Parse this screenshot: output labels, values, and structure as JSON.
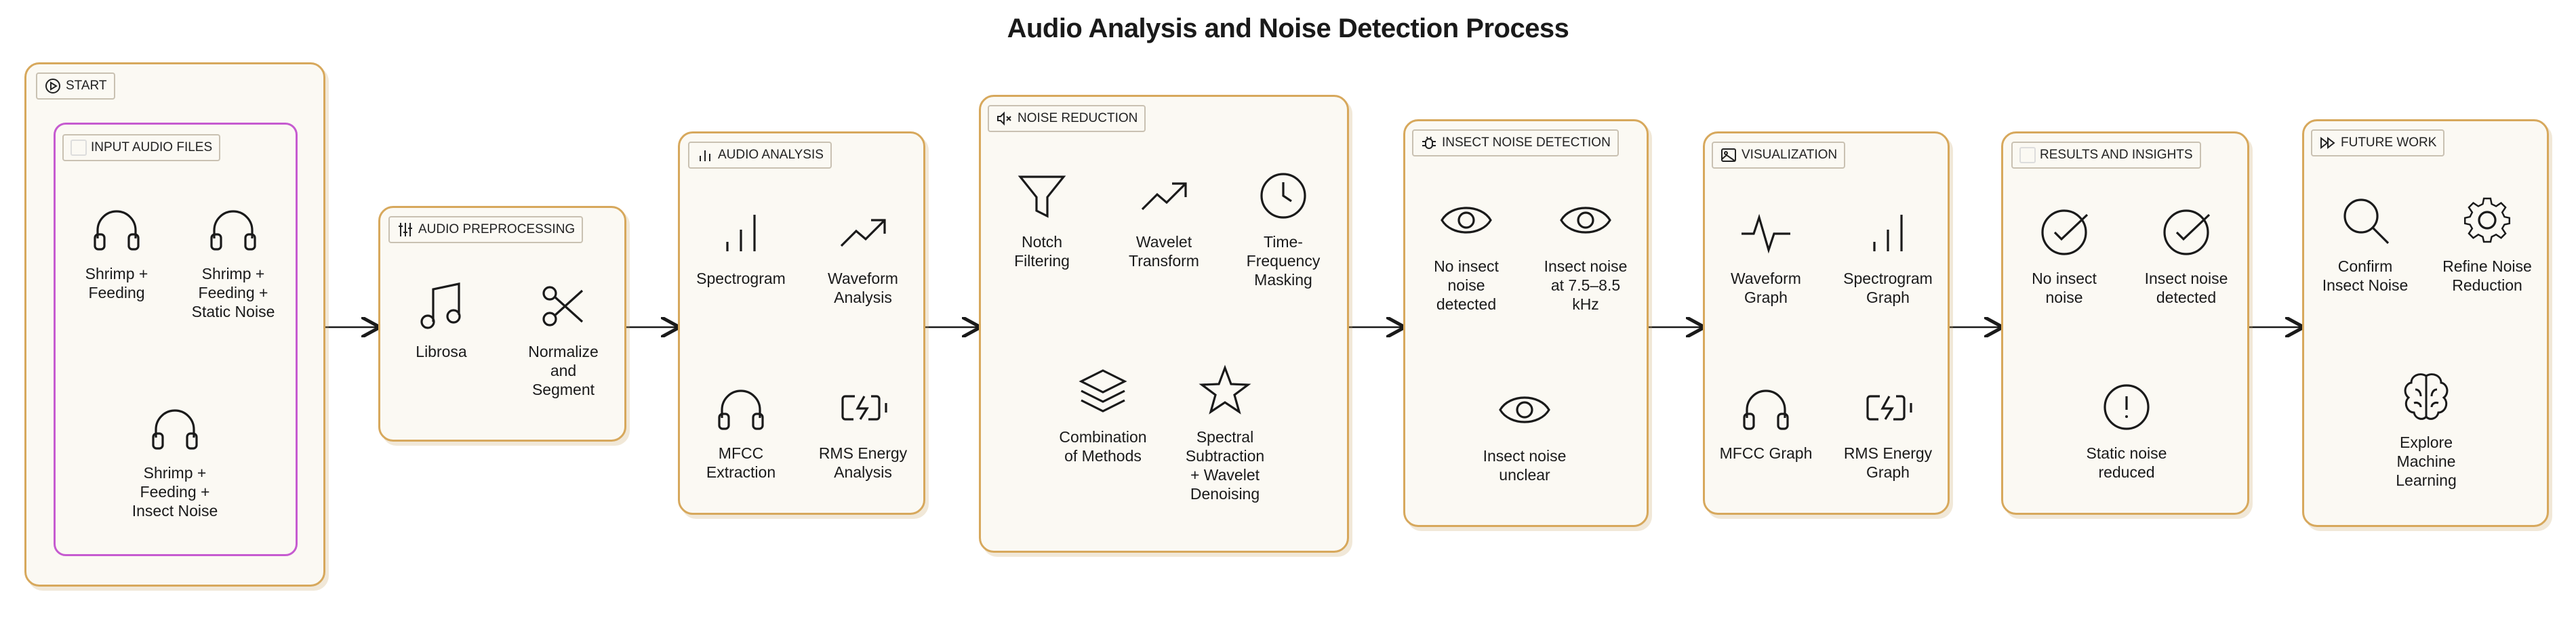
{
  "title": "Audio Analysis and Noise Detection Process",
  "start": {
    "label": "START",
    "icon": "play-circle-icon"
  },
  "input": {
    "label": "INPUT AUDIO FILES",
    "items": [
      "Shrimp +\nFeeding",
      "Shrimp +\nFeeding +\nStatic Noise",
      "Shrimp +\nFeeding +\nInsect Noise"
    ]
  },
  "preprocessing": {
    "label": "AUDIO PREPROCESSING",
    "items": [
      "Librosa",
      "Normalize\nand\nSegment"
    ]
  },
  "analysis": {
    "label": "AUDIO ANALYSIS",
    "items": [
      "Spectrogram",
      "Waveform\nAnalysis",
      "MFCC\nExtraction",
      "RMS Energy\nAnalysis"
    ]
  },
  "noise_reduction": {
    "label": "NOISE REDUCTION",
    "items": [
      "Notch\nFiltering",
      "Wavelet\nTransform",
      "Time-\nFrequency\nMasking",
      "Combination\nof Methods",
      "Spectral\nSubtraction\n+ Wavelet\nDenoising"
    ]
  },
  "detection": {
    "label": "INSECT NOISE DETECTION",
    "items": [
      "No insect\nnoise\ndetected",
      "Insect noise\nat 7.5–8.5\nkHz",
      "Insect noise\nunclear"
    ]
  },
  "visualization": {
    "label": "VISUALIZATION",
    "items": [
      "Waveform\nGraph",
      "Spectrogram\nGraph",
      "MFCC Graph",
      "RMS Energy\nGraph"
    ]
  },
  "results": {
    "label": "RESULTS AND INSIGHTS",
    "items": [
      "No insect\nnoise",
      "Insect noise\ndetected",
      "Static noise\nreduced"
    ]
  },
  "future": {
    "label": "FUTURE WORK",
    "items": [
      "Confirm\nInsect Noise",
      "Refine Noise\nReduction",
      "Explore\nMachine\nLearning"
    ]
  }
}
